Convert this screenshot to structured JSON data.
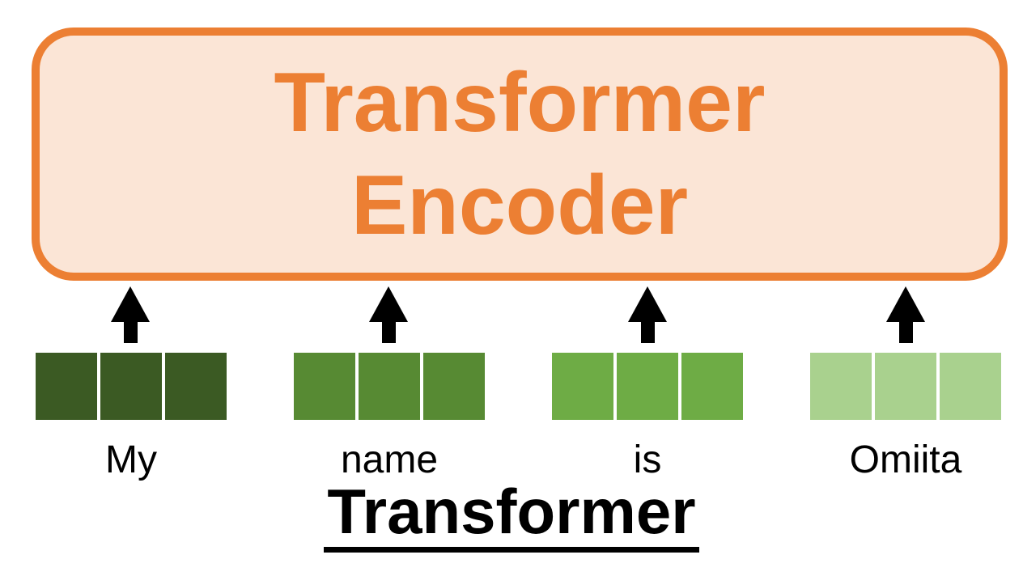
{
  "page": {
    "background_color": "#FFFFFF"
  },
  "encoder_box": {
    "line1": "Transformer",
    "line2": "Encoder",
    "border_color": "#EC7F33",
    "fill_color": "#FBE5D6",
    "text_color": "#EC7F33"
  },
  "arrows": {
    "count": 4,
    "color": "#000000",
    "direction": "up"
  },
  "tokens": [
    {
      "word": "My",
      "cells": 3,
      "color": "#3B5A23"
    },
    {
      "word": "name",
      "cells": 3,
      "color": "#578A33"
    },
    {
      "word": "is",
      "cells": 3,
      "color": "#6EAC45"
    },
    {
      "word": "Omiita",
      "cells": 3,
      "color": "#A9D18E"
    }
  ],
  "caption": {
    "text": "Transformer",
    "underlined": true,
    "color": "#000000"
  }
}
